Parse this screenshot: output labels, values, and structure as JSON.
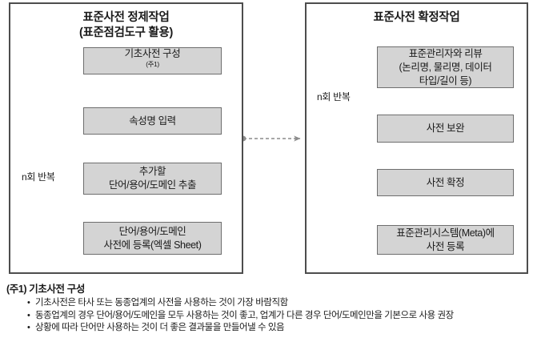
{
  "diagram": {
    "left_panel": {
      "title_line1": "표준사전 정제작업",
      "title_line2": "(표준점검도구 활용)",
      "loop_label": "n회 반복",
      "nodes": [
        {
          "id": "basic-dictionary",
          "line1": "기초사전 구성",
          "sup": "(주1)"
        },
        {
          "id": "attribute-name-input",
          "line1": "속성명 입력"
        },
        {
          "id": "extract-terms",
          "line1": "추가할",
          "line2": "단어/용어/도메인 추출"
        },
        {
          "id": "register-dictionary",
          "line1": "단어/용어/도메인",
          "line2": "사전에 등록(엑셀 Sheet)"
        }
      ]
    },
    "right_panel": {
      "title_line1": "표준사전 확정작업",
      "loop_label": "n회 반복",
      "nodes": [
        {
          "id": "review-with-admin",
          "line1": "표준관리자와 리뷰",
          "line2": "(논리명, 물리명, 데이터",
          "line3": "타입/길이 등)"
        },
        {
          "id": "dictionary-supplement",
          "line1": "사전 보완"
        },
        {
          "id": "dictionary-confirm",
          "line1": "사전 확정"
        },
        {
          "id": "register-meta-system",
          "line1": "표준관리시스템(Meta)에",
          "line2": "사전 등록"
        }
      ]
    },
    "colors": {
      "node_fill": "#d4d4d4",
      "node_border": "#6e6e6e",
      "panel_border": "#4d4d4d",
      "connector": "#8c8c8c",
      "text": "#1a1a1a"
    }
  },
  "footnote": {
    "title": "(주1) 기초사전 구성",
    "bullet_glyph": "•",
    "items": [
      "기초사전은 타사 또는 동종업계의 사전을 사용하는 것이 가장 바람직함",
      "동종업계의 경우 단어/용어/도메인을 모두 사용하는 것이 좋고, 업계가 다른 경우 단어/도메인만을 기본으로 사용 권장",
      "상황에 따라 단어만 사용하는 것이 더 좋은 결과물을 만들어낼 수 있음"
    ]
  }
}
